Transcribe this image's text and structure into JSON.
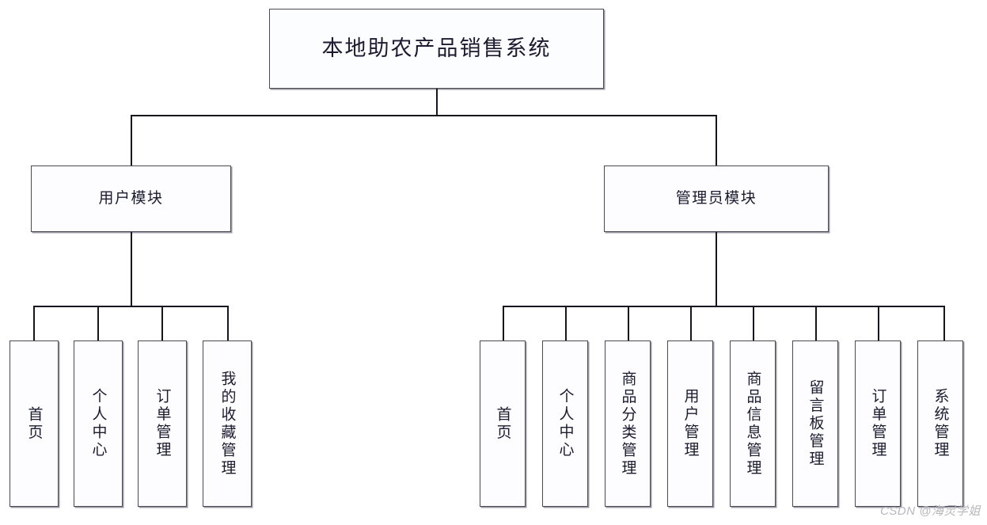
{
  "diagram": {
    "type": "tree",
    "title": "本地助农产品销售系统",
    "root": {
      "label": "本地助农产品销售系统"
    },
    "branches": [
      {
        "id": "user-module",
        "label": "用户模块",
        "leaves": [
          {
            "id": "user-home",
            "label": "首页"
          },
          {
            "id": "user-center",
            "label": "个人中心"
          },
          {
            "id": "user-order-mgmt",
            "label": "订单管理"
          },
          {
            "id": "user-favorites",
            "label": "我的收藏管理"
          }
        ]
      },
      {
        "id": "admin-module",
        "label": "管理员模块",
        "leaves": [
          {
            "id": "admin-home",
            "label": "首页"
          },
          {
            "id": "admin-center",
            "label": "个人中心"
          },
          {
            "id": "admin-product-category",
            "label": "商品分类管理"
          },
          {
            "id": "admin-user-mgmt",
            "label": "用户管理"
          },
          {
            "id": "admin-product-info",
            "label": "商品信息管理"
          },
          {
            "id": "admin-message-board",
            "label": "留言板管理"
          },
          {
            "id": "admin-order-mgmt",
            "label": "订单管理"
          },
          {
            "id": "admin-system-mgmt",
            "label": "系统管理"
          }
        ]
      }
    ]
  },
  "watermark": {
    "text": "CSDN @海灵学姐"
  },
  "colors": {
    "box_border": "#4a4a55",
    "box_fill": "#fdfdff",
    "connector": "#16161e",
    "text": "#1b1b30",
    "watermark": "#b7b7bd"
  }
}
